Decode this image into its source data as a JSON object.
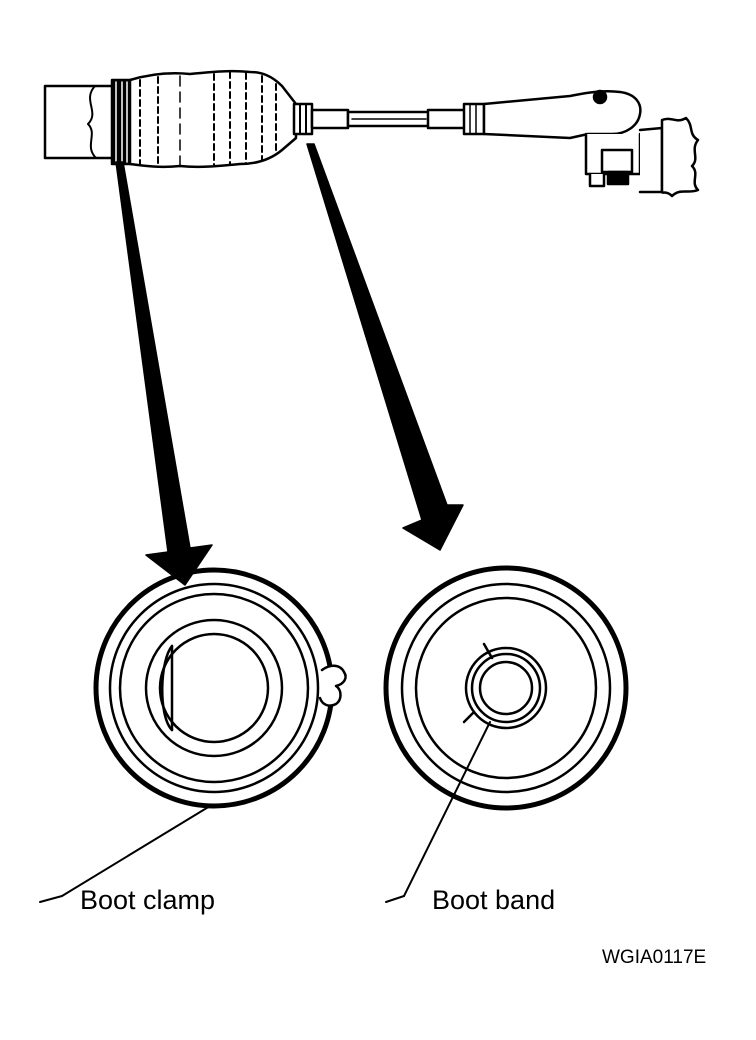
{
  "labels": {
    "boot_clamp": "Boot clamp",
    "boot_band": "Boot band"
  },
  "figure_code": "WGIA0117E",
  "colors": {
    "ink": "#000000",
    "paper": "#ffffff"
  }
}
